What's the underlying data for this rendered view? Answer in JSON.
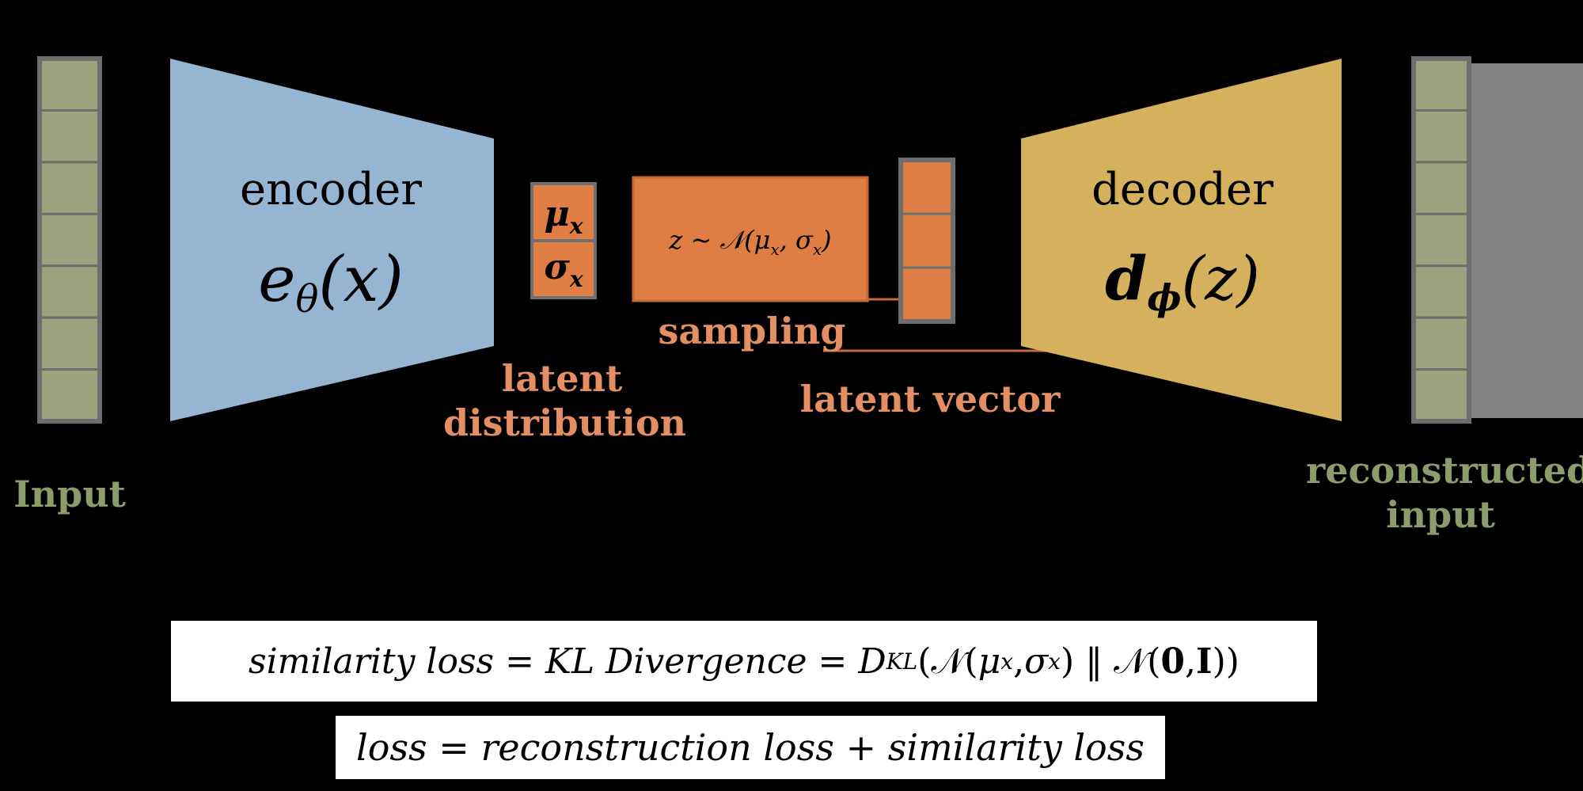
{
  "colors": {
    "background": "#000000",
    "input_cell": "#9ca27d",
    "cell_border": "#6e6e6e",
    "encoder": "#96b5d3",
    "decoder": "#d5b15d",
    "latent": "#df7e44",
    "latent_label": "#e38e63",
    "input_label": "#8c9c6a",
    "grey_panel": "#828282"
  },
  "input": {
    "label": "Input",
    "cells": 7
  },
  "encoder": {
    "title": "encoder",
    "formula": "eθ(x)"
  },
  "latent_distribution": {
    "mu": "μx",
    "sigma": "σx",
    "label_line1": "latent",
    "label_line2": "distribution"
  },
  "sampling": {
    "formula": "z ~ 𝒩(μx, σx)",
    "label": "sampling"
  },
  "latent_vector": {
    "label": "latent vector",
    "cells": 3
  },
  "decoder": {
    "title": "decoder",
    "formula": "dϕ(z)"
  },
  "output": {
    "label_line1": "reconstructed",
    "label_line2": "input",
    "cells": 7
  },
  "similarity_loss": "similarity loss = KL Divergence = DKL(𝒩(μx, σx) ‖ 𝒩(0, I))",
  "total_loss": "loss = reconstruction loss + similarity loss"
}
